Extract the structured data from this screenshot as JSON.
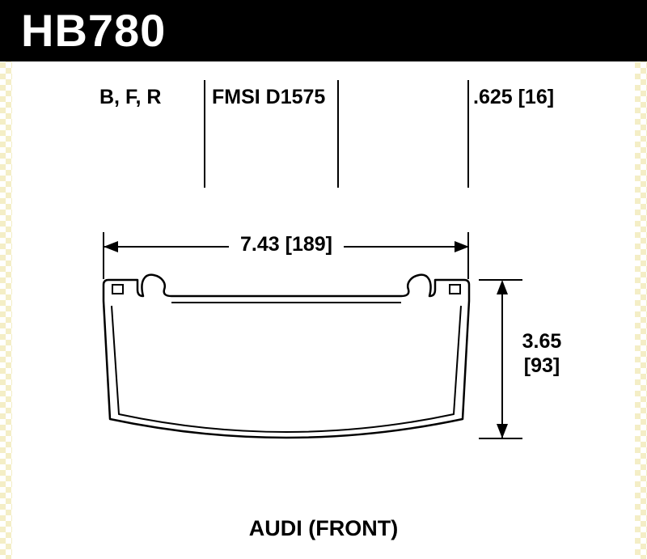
{
  "header": {
    "part_number": "HB780"
  },
  "specs": {
    "compounds": "B, F, R",
    "fmsi": "FMSI D1575",
    "pad_thickness": ".625 [16]"
  },
  "dimensions": {
    "width": "7.43 [189]",
    "height_line1": "3.65",
    "height_line2": "[93]"
  },
  "footer": {
    "application": "AUDI (FRONT)"
  },
  "colors": {
    "header_bg": "#000000",
    "header_fg": "#ffffff",
    "line": "#000000",
    "edge_checker": "#f4eec6"
  }
}
